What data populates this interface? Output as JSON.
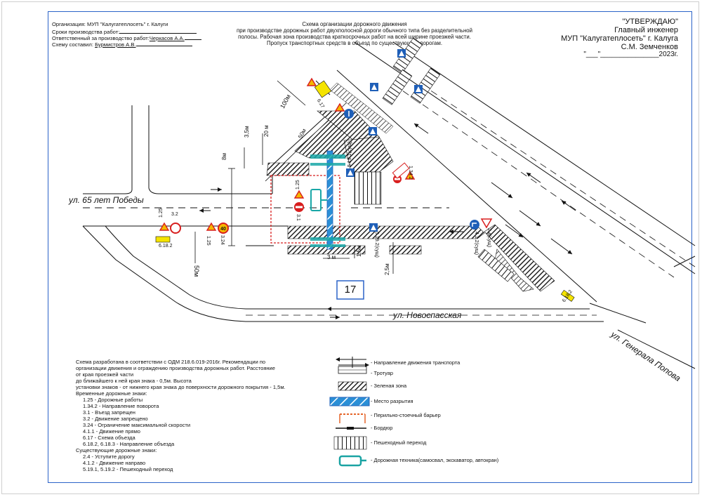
{
  "header_left": {
    "org": "Организация: МУП \"Калугатеплосеть\" г. Калуги",
    "dates": "Сроки производства работ:",
    "responsible_label": "Ответственный за производство работ:",
    "responsible_name": "Черкасов А.А.",
    "author_label": "Схему составил:",
    "author_name": "Бурмистров А.В."
  },
  "header_center": {
    "line1": "Схема организации дорожного движения",
    "line2": "при производстве дорожных работ двухполосной дороги обычного типа без разделительной",
    "line3": "полосы. Рабочая зона производства краткосрочных работ на всей ширине проезжей части.",
    "line4": "Пропуск транспортных средств в объезд по существующим дорогам."
  },
  "header_right": {
    "approve": "\"УТВЕРЖДАЮ\"",
    "position": "Главный инженер",
    "org": "МУП \"Калугатеплосеть\" г. Калуга",
    "name": "С.М. Земченков",
    "date": "\"___\"_______________2023г."
  },
  "streets": {
    "pobedy": "ул. 65 лет Победы",
    "novospasskaya": "ул. Новоспасская",
    "generala_popova": "ул. Генерала Попова"
  },
  "building_number": "17",
  "dimensions": {
    "d100m": "100м",
    "d50m_left": "50м",
    "d50m_top": "50м",
    "d20m": "20 м",
    "d35m": "3,5м",
    "d8m": "8м",
    "d3m": "3 м",
    "d15m": "1,5м",
    "d25m": "2,5м"
  },
  "sign_codes": {
    "s125": "1.25",
    "s32": "3.2",
    "s324": "3.24",
    "s31": "3.1",
    "s617": "6.17",
    "s6182": "6.18.2",
    "s1342": "1.34.2",
    "s5191": "5.19.1(сущ)",
    "s5192": "5.19.2(сущ)",
    "s412": "4.1.2(сущ)",
    "s24": "2.4(сущ)"
  },
  "notes": {
    "intro1": "Схема разработана в соответствии с ОДМ 218.6.019-2016г. Рекомендации по",
    "intro2": "организации движения и ограждению производства дорожных работ. Расстояние",
    "intro3": "от края проезжей части",
    "intro4": "до ближайшего к ней края знака - 0,5м. Высота",
    "intro5": "установки знаков - от нижнего края знака до поверхности дорожного покрытия - 1,5м.",
    "temp_title": "Временные дорожные знаки:",
    "temp_signs": [
      "1.25 - Дорожные работы",
      "1.34.2 - Направление поворота",
      "3.1 - Въезд запрещен",
      "3.2 - Движение запрещено",
      "3.24 - Ограничение максимальной скорости",
      "4.1.1 - Движение прямо",
      "6.17 - Схема объезда",
      "6.18.2, 6.18.3 - Направление объезда"
    ],
    "exist_title": "Существующие дорожные знаки:",
    "exist_signs": [
      "2.4 - Уступите дорогу",
      "4.1.2 - Движение направо",
      "5.19.1, 5.19.2 - Пешеходный переход"
    ]
  },
  "legend": [
    {
      "key": "traffic",
      "label": "- Направление движения транспорта"
    },
    {
      "key": "sidewalk",
      "label": "- Тротуар"
    },
    {
      "key": "green",
      "label": "- Зеленая зона"
    },
    {
      "key": "excavation",
      "label": "- Место разрытия"
    },
    {
      "key": "barrier",
      "label": "- Перильно-стоечный барьер"
    },
    {
      "key": "curb",
      "label": "- Бордюр"
    },
    {
      "key": "crossing",
      "label": "- Пешеходный переход"
    },
    {
      "key": "machinery",
      "label": "- Дорожная техника(самосвал, экскаватор, автокран)"
    }
  ],
  "colors": {
    "frame": "#2b63c8",
    "warning_sign": "#f5b800",
    "prohibit_red": "#d81e1e",
    "info_blue": "#1f5fb8",
    "excavation_teal": "#19a7a7",
    "barrier_orange": "#e5662a",
    "machinery_teal": "#1aa3a3",
    "hatch": "#222222"
  }
}
